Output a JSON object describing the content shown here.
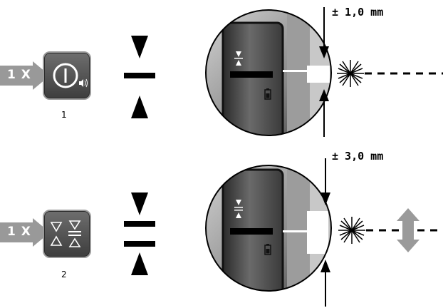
{
  "steps": [
    {
      "press": "1 X",
      "number": "1",
      "tolerance": "± 1,0 mm",
      "mode": "vertical-line-reduced-height"
    },
    {
      "press": "1 X",
      "number": "2",
      "tolerance": "± 3,0 mm",
      "mode": "vertical-line-full-height"
    }
  ],
  "icons": {
    "power_button": "power-icon",
    "sound": "speaker-icon",
    "mode_button": "height-mode-icon",
    "battery": "battery-icon",
    "laser": "laser-burst-icon",
    "movement": "double-arrow-vertical-icon"
  },
  "colors": {
    "button_bg": "#555555",
    "press_arrow": "#999999",
    "ink": "#000000"
  }
}
